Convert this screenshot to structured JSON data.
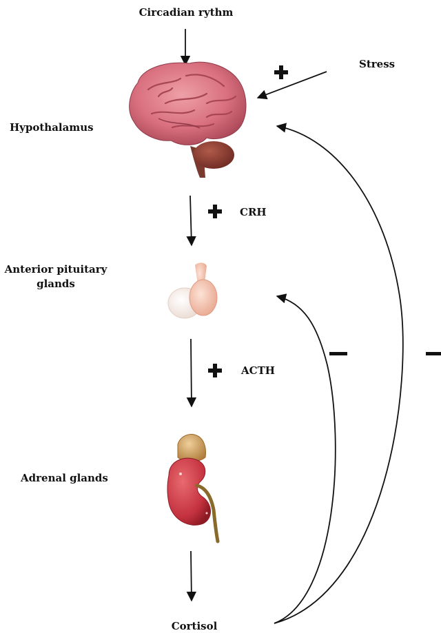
{
  "labels": {
    "circadian": "Circadian rythm",
    "stress": "Stress",
    "hypothalamus": "Hypothalamus",
    "crh": "CRH",
    "pituitary_line1": "Anterior pituitary",
    "pituitary_line2": "glands",
    "acth": "ACTH",
    "adrenal": "Adrenal glands",
    "cortisol": "Cortisol"
  },
  "signs": {
    "stimulation": "plus-sign",
    "inhibition": "minus-sign"
  },
  "colors": {
    "arrow": "#111111",
    "brain": "#d9707f",
    "brain_dark": "#9c3a48",
    "cerebellum": "#8c3c33",
    "pituitary": "#f2c2b0",
    "pituitary_light": "#faf1ec",
    "kidney": "#c4323f",
    "adrenal_gland": "#d6a66a",
    "ureter": "#8a6a2a"
  }
}
